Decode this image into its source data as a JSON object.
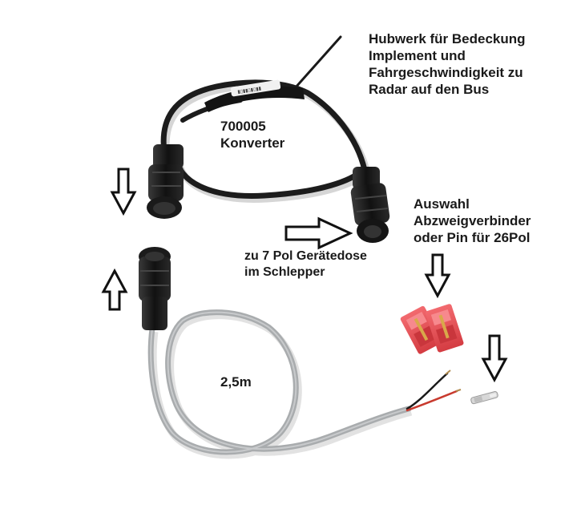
{
  "labels": {
    "hubwerk": {
      "lines": [
        "Hubwerk für Bedeckung",
        "Implement und",
        "Fahrgeschwindigkeit zu",
        "Radar auf den Bus"
      ]
    },
    "converter": {
      "lines": [
        "700005",
        "Konverter"
      ]
    },
    "auswahl": {
      "lines": [
        "Auswahl",
        "Abzweigverbinder",
        "oder Pin für 26Pol"
      ]
    },
    "geraetedose": {
      "lines": [
        "zu 7 Pol Gerätedose",
        "im Schlepper"
      ]
    },
    "length": {
      "lines": [
        "2,5m"
      ]
    }
  },
  "colors": {
    "background": "#ffffff",
    "black_cable": "#1c1c1c",
    "grey_cable": "#a9acae",
    "connector_red": "#e8454b",
    "wire_red": "#c83a2e",
    "arrow_stroke": "#111111"
  }
}
